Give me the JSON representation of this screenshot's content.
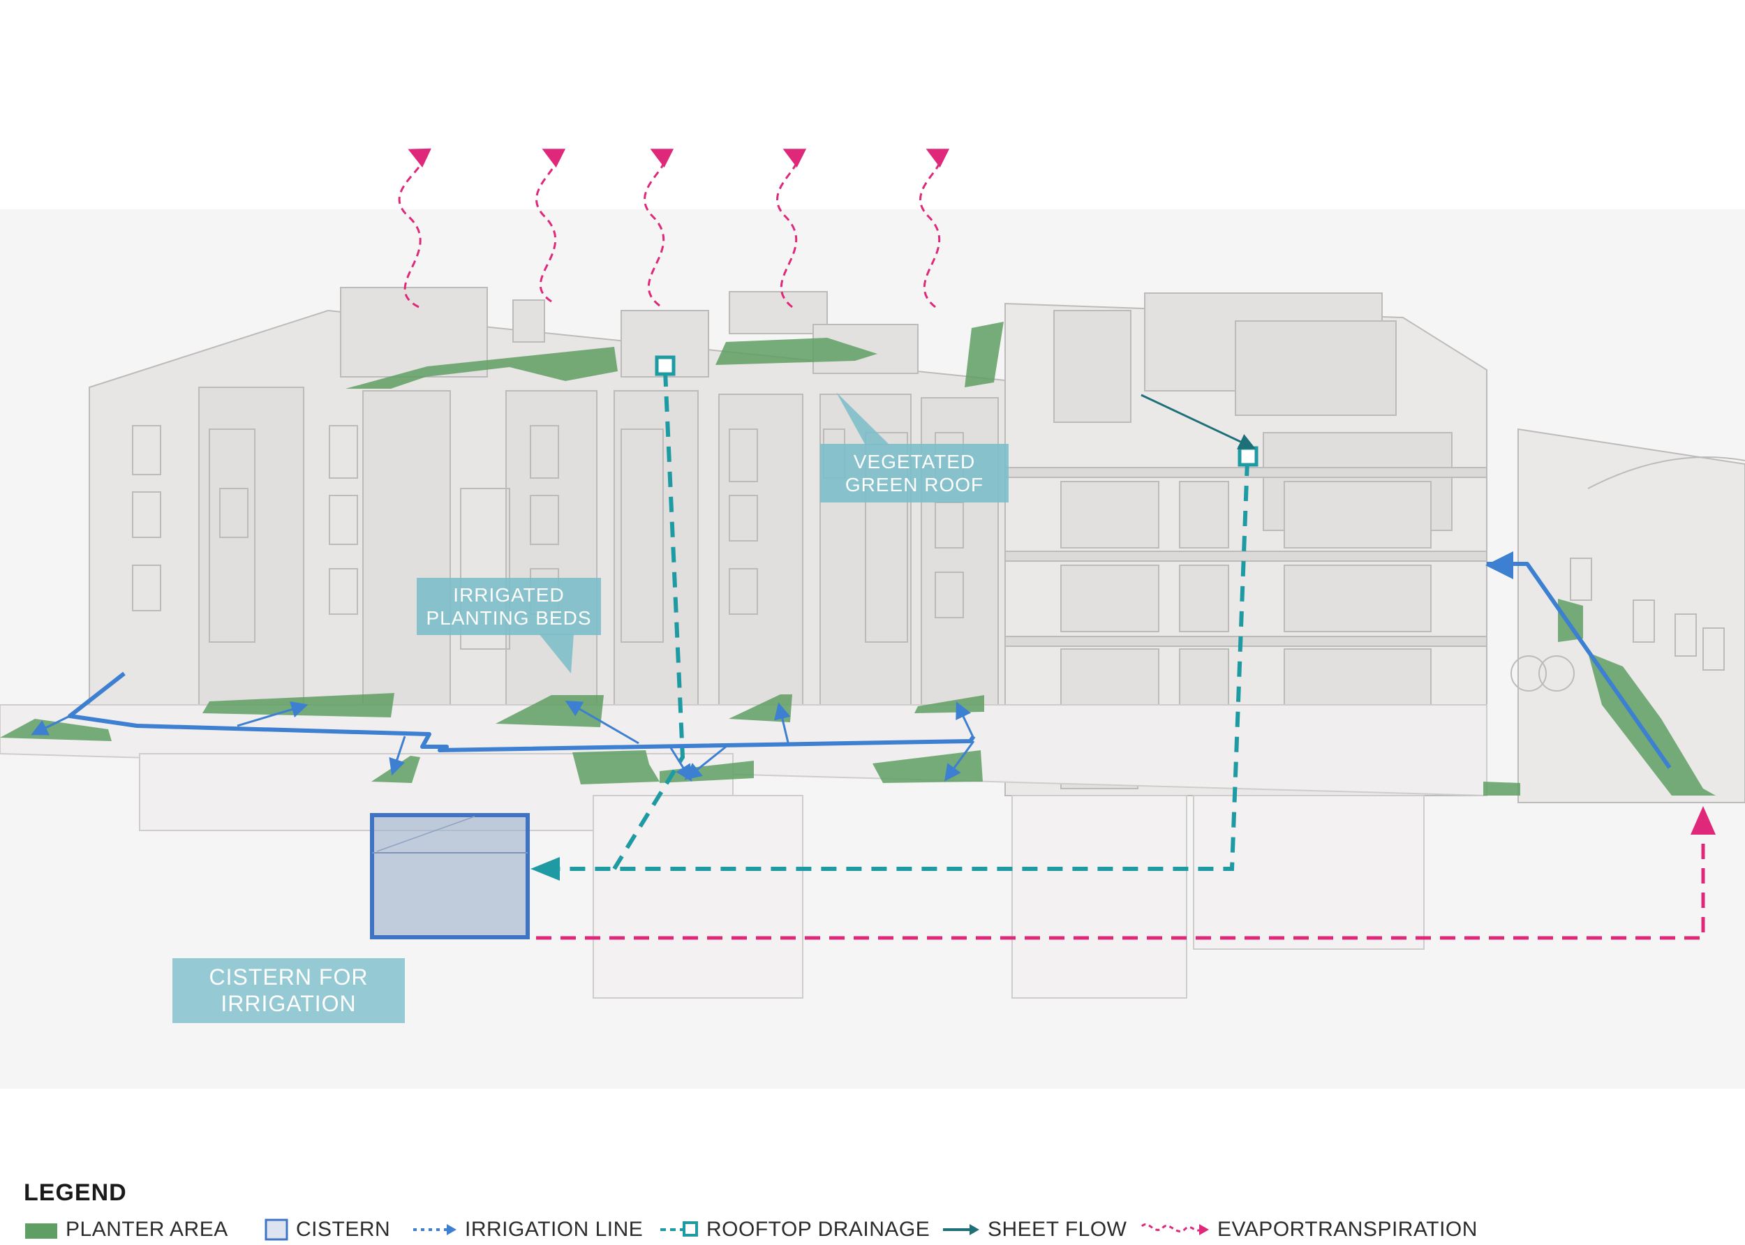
{
  "callouts": {
    "green_roof": [
      "VEGETATED",
      "GREEN ROOF"
    ],
    "planting_beds": [
      "IRRIGATED",
      "PLANTING BEDS"
    ],
    "cistern": [
      "CISTERN FOR",
      "IRRIGATION"
    ]
  },
  "legend": {
    "title": "LEGEND",
    "items": [
      {
        "label": "PLANTER AREA",
        "icon": "planter-swatch"
      },
      {
        "label": "CISTERN",
        "icon": "cistern-box"
      },
      {
        "label": "IRRIGATION LINE",
        "icon": "dotted-arrow"
      },
      {
        "label": "ROOFTOP DRAINAGE",
        "icon": "dashed-square"
      },
      {
        "label": "SHEET FLOW",
        "icon": "solid-arrow"
      },
      {
        "label": "EVAPORTRANSPIRATION",
        "icon": "wavy-arrow"
      }
    ]
  },
  "colors": {
    "planter": "#5f9f63",
    "cistern": "#3f73c4",
    "irrigation": "#3d7fd0",
    "drainage": "#1e9aa2",
    "sheet_flow": "#1e7078",
    "evapotranspiration": "#e0287a",
    "callout": "#7abdc9",
    "building_fill": "#e6e3e3",
    "building_line": "#bdbaba"
  }
}
